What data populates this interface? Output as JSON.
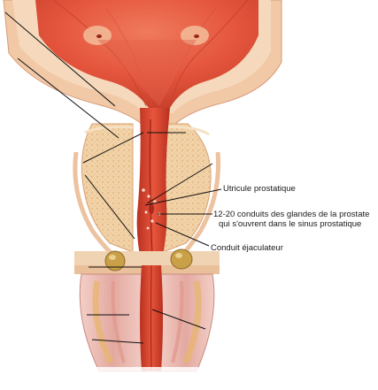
{
  "labels": {
    "utricle": "Utricule prostatique",
    "ducts_line1": "12-20 conduits des glandes de la prostate",
    "ducts_line2": "qui s'ouvrent dans le sinus prostatique",
    "ejaculatory_duct": "Conduit éjaculateur"
  },
  "colors": {
    "bladder_wall": "#f2c7a4",
    "mucosa": "#e8553f",
    "mucosa_dark": "#c73a2a",
    "prostate_tissue": "#f0cfa0",
    "urethra": "#d9402f",
    "sphincter": "#e8b7b0",
    "gland": "#c9a34a",
    "leader_line": "#111111"
  }
}
